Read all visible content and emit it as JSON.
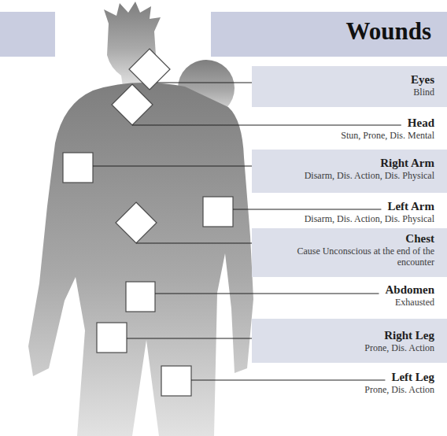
{
  "diagram": {
    "title": "Wounds",
    "nodes": [
      {
        "text": [
          "Eyes",
          "Blind"
        ]
      },
      {
        "text": [
          "Head",
          "Stun, Prone, Dis. Mental"
        ]
      },
      {
        "text": [
          "Right Arm",
          "Disarm, Dis. Action, Dis. Physical"
        ]
      },
      {
        "text": [
          "Left Arm",
          "Disarm, Dis. Action, Dis. Physical"
        ]
      },
      {
        "text": [
          "Chest",
          "Cause Unconscious at the end of the encounter"
        ]
      },
      {
        "text": [
          "Abdomen",
          "Exhausted"
        ]
      },
      {
        "text": [
          "Right Leg",
          "Prone, Dis. Action"
        ]
      },
      {
        "text": [
          "Left Leg",
          "Prone, Dis. Action"
        ]
      }
    ]
  }
}
